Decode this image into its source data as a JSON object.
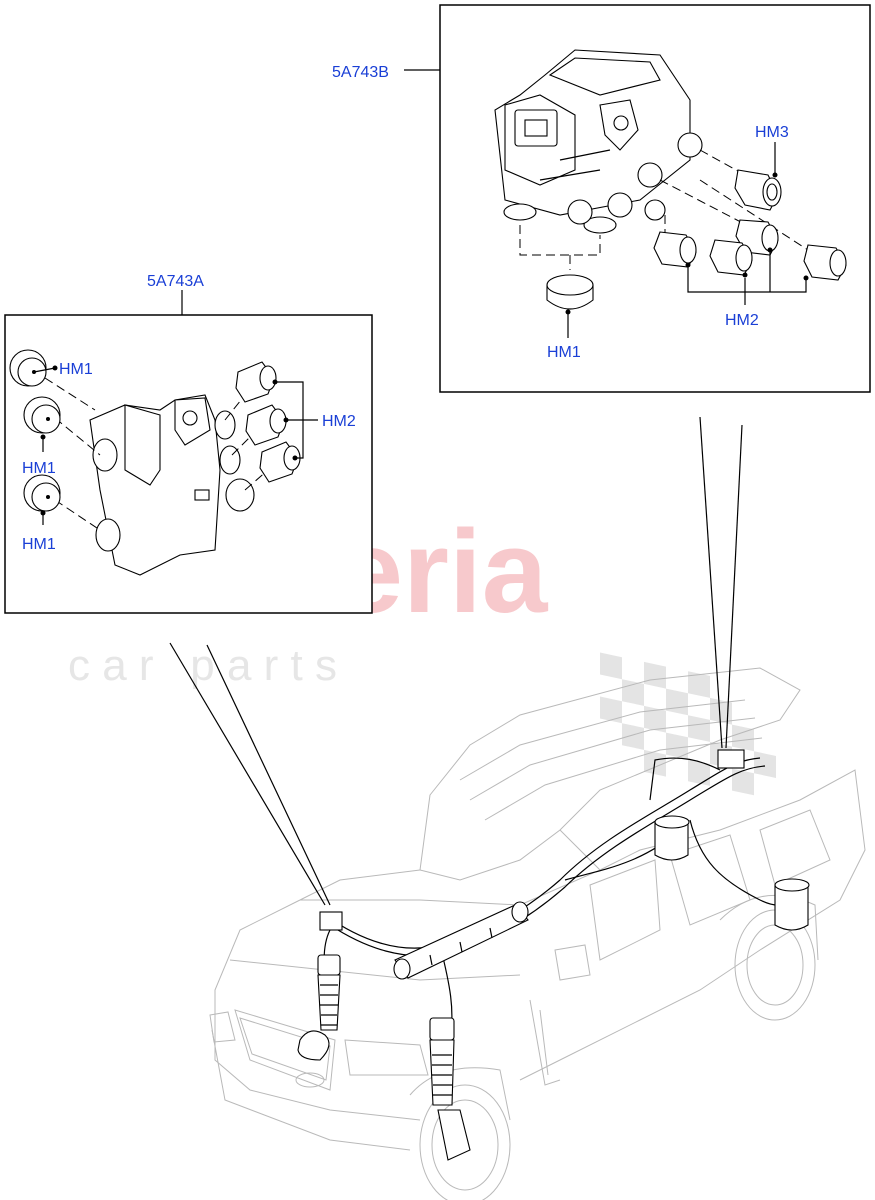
{
  "diagram": {
    "callouts": {
      "main_b": "5A743B",
      "main_a": "5A743A",
      "b_hm3": "HM3",
      "b_hm2": "HM2",
      "b_hm1": "HM1",
      "a_hm1_top": "HM1",
      "a_hm1_mid": "HM1",
      "a_hm1_bot": "HM1",
      "a_hm2": "HM2"
    }
  },
  "watermark": {
    "brand": "scuderia",
    "tagline": "c a r   p a r t s",
    "brand_color": "#f7c9cc",
    "tagline_color": "#e6e6e6"
  },
  "colors": {
    "label": "#1a3fd6",
    "line": "#000000",
    "car_outline": "#b9b9b9"
  }
}
